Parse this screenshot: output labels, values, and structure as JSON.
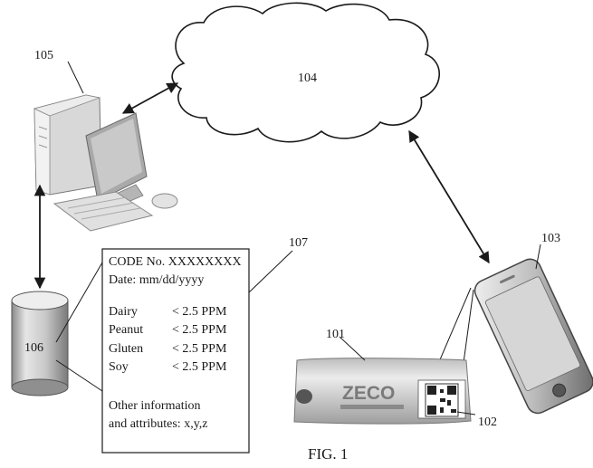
{
  "labels": {
    "n105": "105",
    "n104": "104",
    "n103": "103",
    "n107": "107",
    "n106": "106",
    "n101": "101",
    "n102": "102"
  },
  "document": {
    "code": "CODE No. XXXXXXXX",
    "date": "Date: mm/dd/yyyy",
    "rows": [
      {
        "name": "Dairy",
        "value": "< 2.5 PPM"
      },
      {
        "name": "Peanut",
        "value": "< 2.5 PPM"
      },
      {
        "name": "Gluten",
        "value": "< 2.5 PPM"
      },
      {
        "name": "Soy",
        "value": "< 2.5 PPM"
      }
    ],
    "other_line1": "Other information",
    "other_line2": "and attributes: x,y,z"
  },
  "product": {
    "brand": "ZECO"
  },
  "caption": "FIG. 1",
  "colors": {
    "ink": "#1a1a1a",
    "grey_light": "#d9d9d9",
    "grey_mid": "#9a9a9a",
    "grey_dark": "#555555"
  }
}
